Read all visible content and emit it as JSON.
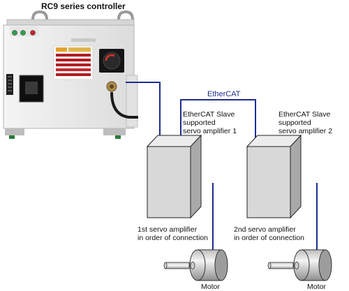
{
  "controller": {
    "title": "RC9 series controller"
  },
  "network": {
    "label": "EtherCAT"
  },
  "amplifiers": [
    {
      "label_lines": [
        "EtherCAT Slave",
        "supported",
        "servo amplifier 1"
      ],
      "order_lines": [
        "1st servo amplifier",
        "in order of connection"
      ]
    },
    {
      "label_lines": [
        "EtherCAT Slave",
        "supported",
        "servo amplifier 2"
      ],
      "order_lines": [
        "2nd servo amplifier",
        "in order of connection"
      ]
    }
  ],
  "motors": [
    {
      "label": "Motor"
    },
    {
      "label": "Motor"
    }
  ],
  "colors": {
    "cable": "#1c2d8f",
    "box_front": "#d8d8d8",
    "box_side": "#a9a9a9",
    "box_top": "#ececec",
    "controller_body": "#eeeeee"
  }
}
